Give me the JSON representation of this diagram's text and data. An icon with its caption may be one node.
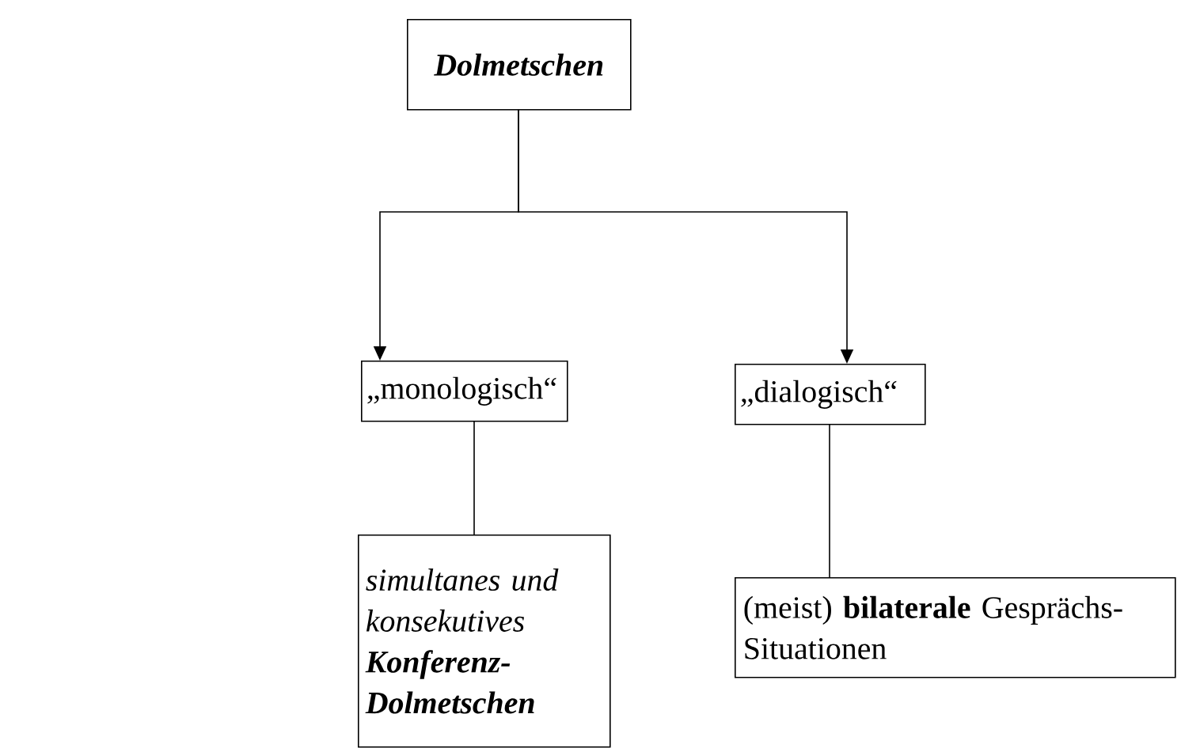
{
  "diagram": {
    "nodes": [
      {
        "text": [
          "Dolmetschen"
        ]
      },
      {
        "text": [
          "„monologisch“"
        ]
      },
      {
        "text": [
          "„dialogisch“"
        ]
      },
      {
        "text": [
          "simultanes und konsekutives **Konferenz-Dolmetschen**"
        ]
      },
      {
        "text": [
          "(meist) **bilaterale** Gesprächs-Situationen"
        ]
      }
    ],
    "edges": [
      {
        "from": 0,
        "to": 1,
        "arrow": "to"
      },
      {
        "from": 0,
        "to": 2,
        "arrow": "to"
      },
      {
        "from": 1,
        "to": 3,
        "arrow": "none"
      },
      {
        "from": 2,
        "to": 4,
        "arrow": "none"
      }
    ]
  }
}
